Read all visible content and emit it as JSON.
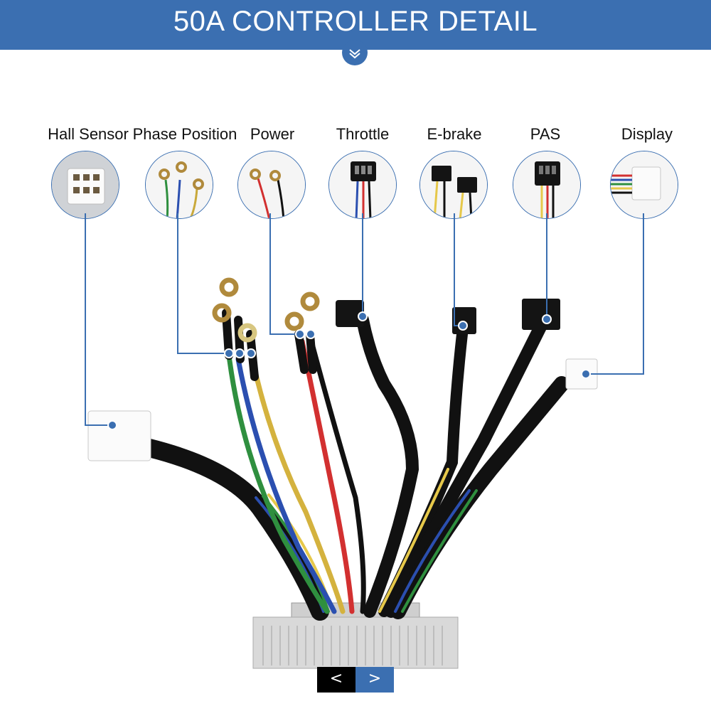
{
  "banner": {
    "title": "50A CONTROLLER DETAIL"
  },
  "connectors": [
    {
      "label": "Hall Sensor",
      "icon": "hall-sensor-connector-icon"
    },
    {
      "label": "Phase Position",
      "icon": "phase-ring-terminals-icon"
    },
    {
      "label": "Power",
      "icon": "power-ring-terminals-icon"
    },
    {
      "label": "Throttle",
      "icon": "throttle-connector-icon"
    },
    {
      "label": "E-brake",
      "icon": "ebrake-connector-icon"
    },
    {
      "label": "PAS",
      "icon": "pas-connector-icon"
    },
    {
      "label": "Display",
      "icon": "display-connector-icon"
    }
  ],
  "nav": {
    "prev": "<",
    "next": ">"
  },
  "colors": {
    "accent": "#3b6fb1",
    "nav_prev_bg": "#000000",
    "nav_next_bg": "#3b6fb1"
  }
}
